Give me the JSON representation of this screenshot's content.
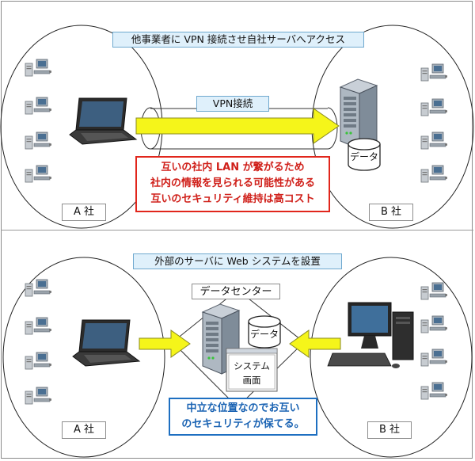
{
  "top": {
    "heading": "他事業者に VPN 接続させ自社サーバへアクセス",
    "vpn_label": "VPN接続",
    "data_label": "データ",
    "company_a": "A 社",
    "company_b": "B 社",
    "note_lines": [
      "互いの社内 LAN が繋がるため",
      "社内の情報を見られる可能性がある",
      "互いのセキュリティ維持は高コスト"
    ],
    "note_color": "#d0201a"
  },
  "bottom": {
    "heading": "外部のサーバに Web システムを設置",
    "datacenter_label": "データセンター",
    "data_label": "データ",
    "system_screen_lines": [
      "システム",
      "画面"
    ],
    "company_a": "A 社",
    "company_b": "B 社",
    "note_lines": [
      "中立な位置なのでお互い",
      "のセキュリティが保てる。"
    ],
    "note_color": "#1a63b3"
  },
  "colors": {
    "arrow_fill": "#f5f51a",
    "label_bg": "#dff0fb",
    "server_body": "#9aa7b6"
  },
  "icons": [
    "laptop-icon",
    "desktop-pc-icon",
    "server-tower-icon",
    "database-cylinder-icon",
    "workstation-icon",
    "browser-window-icon"
  ]
}
